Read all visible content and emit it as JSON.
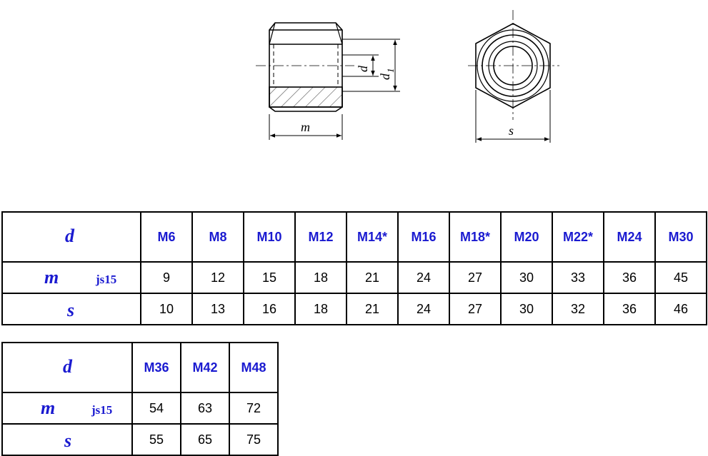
{
  "drawing": {
    "side_view_labels": {
      "m": "m",
      "d": "d",
      "d1": "d",
      "d1_sub": "1"
    },
    "top_view_labels": {
      "s": "s"
    }
  },
  "tables": [
    {
      "row_symbols": {
        "d": "d",
        "m": "m",
        "s": "s"
      },
      "tolerance": "js15",
      "headers": [
        "M6",
        "M8",
        "M10",
        "M12",
        "M14*",
        "M16",
        "M18*",
        "M20",
        "M22*",
        "M24",
        "M30"
      ],
      "m_values": [
        "9",
        "12",
        "15",
        "18",
        "21",
        "24",
        "27",
        "30",
        "33",
        "36",
        "45"
      ],
      "s_values": [
        "10",
        "13",
        "16",
        "18",
        "21",
        "24",
        "27",
        "30",
        "32",
        "36",
        "46"
      ]
    },
    {
      "row_symbols": {
        "d": "d",
        "m": "m",
        "s": "s"
      },
      "tolerance": "js15",
      "headers": [
        "M36",
        "M42",
        "M48"
      ],
      "m_values": [
        "54",
        "63",
        "72"
      ],
      "s_values": [
        "55",
        "65",
        "75"
      ]
    }
  ]
}
